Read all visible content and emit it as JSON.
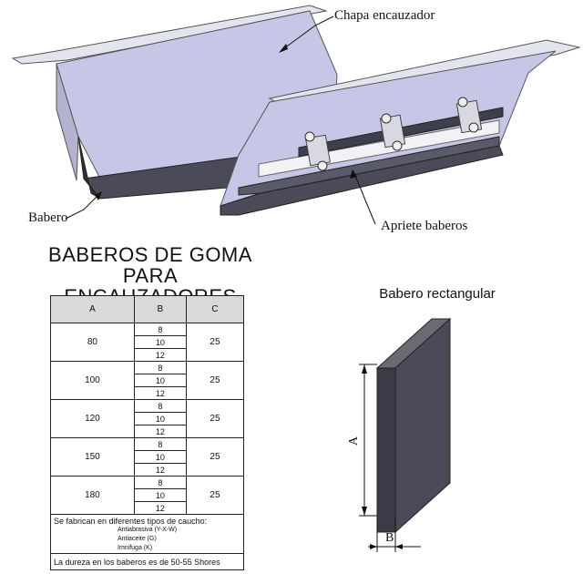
{
  "callouts": {
    "chapa": "Chapa encauzador",
    "babero": "Babero",
    "apriete": "Apriete baberos"
  },
  "title": {
    "line1": "BABEROS DE GOMA",
    "line2": "PARA ENCAUZADORES"
  },
  "table": {
    "headers": [
      "A",
      "B",
      "C"
    ],
    "rows": [
      {
        "a": "80",
        "b": [
          "8",
          "10",
          "12"
        ],
        "c": "25"
      },
      {
        "a": "100",
        "b": [
          "8",
          "10",
          "12"
        ],
        "c": "25"
      },
      {
        "a": "120",
        "b": [
          "8",
          "10",
          "12"
        ],
        "c": "25"
      },
      {
        "a": "150",
        "b": [
          "8",
          "10",
          "12"
        ],
        "c": "25"
      },
      {
        "a": "180",
        "b": [
          "8",
          "10",
          "12"
        ],
        "c": "25"
      }
    ],
    "note_title": "Se fabrican en diferentes tipos de caucho:",
    "note_items": [
      "Antiabrasiva  (Y-X-W)",
      "Antiaceite  (G)",
      "Imnifuga  (K)"
    ],
    "footer": "La dureza en los baberos es de 50-55 Shores"
  },
  "babero_rect": {
    "title": "Babero rectangular",
    "dim_a": "A",
    "dim_b": "B"
  },
  "colors": {
    "plate": "#c8c8e8",
    "plate_edge": "#e6e6f2",
    "rubber_dark": "#3a3a48",
    "rubber_face": "#4a4a58",
    "table_header": "#d9d9d9"
  }
}
